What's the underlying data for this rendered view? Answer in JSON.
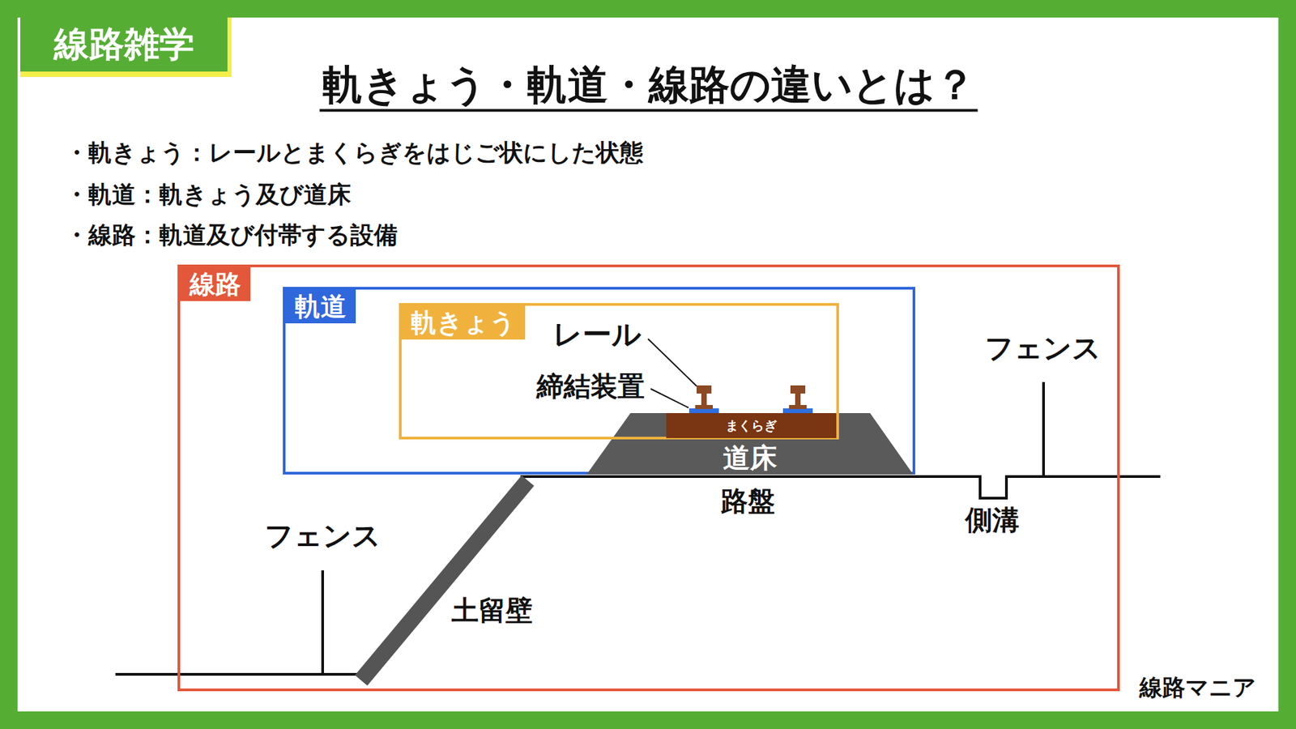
{
  "diagram": {
    "title": "軌きょう・軌道・線路の違いとは？",
    "nodes": [
      {
        "text": [
          "線路"
        ]
      },
      {
        "text": [
          "軌道"
        ],
        "in": 0
      },
      {
        "text": [
          "軌きょう"
        ],
        "in": 1
      },
      {
        "text": [
          "まくらぎ"
        ],
        "in": 2
      },
      {
        "text": [
          "道床"
        ],
        "in": 1
      }
    ],
    "labels": [
      "線路雑学",
      "・軌きょう：レールとまくらぎをはじご状にした状態",
      "・軌道：軌きょう及び道床",
      "・線路：軌道及び付帯する設備",
      "レール",
      "締結装置",
      "路盤",
      "側溝",
      "フェンス",
      "フェンス",
      "土留壁",
      "線路マニア"
    ]
  }
}
